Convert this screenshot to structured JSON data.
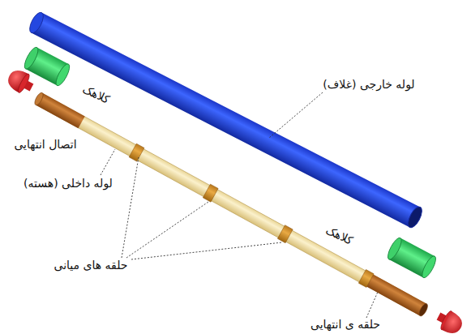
{
  "diagram": {
    "labels": [
      "لوله خارجی (غلاف)",
      "کلاهک",
      "اتصال انتهایی",
      "لوله داخلی (هسته)",
      "کلاهک",
      "حلقه های میانی",
      "حلقه ی انتهایی"
    ]
  }
}
